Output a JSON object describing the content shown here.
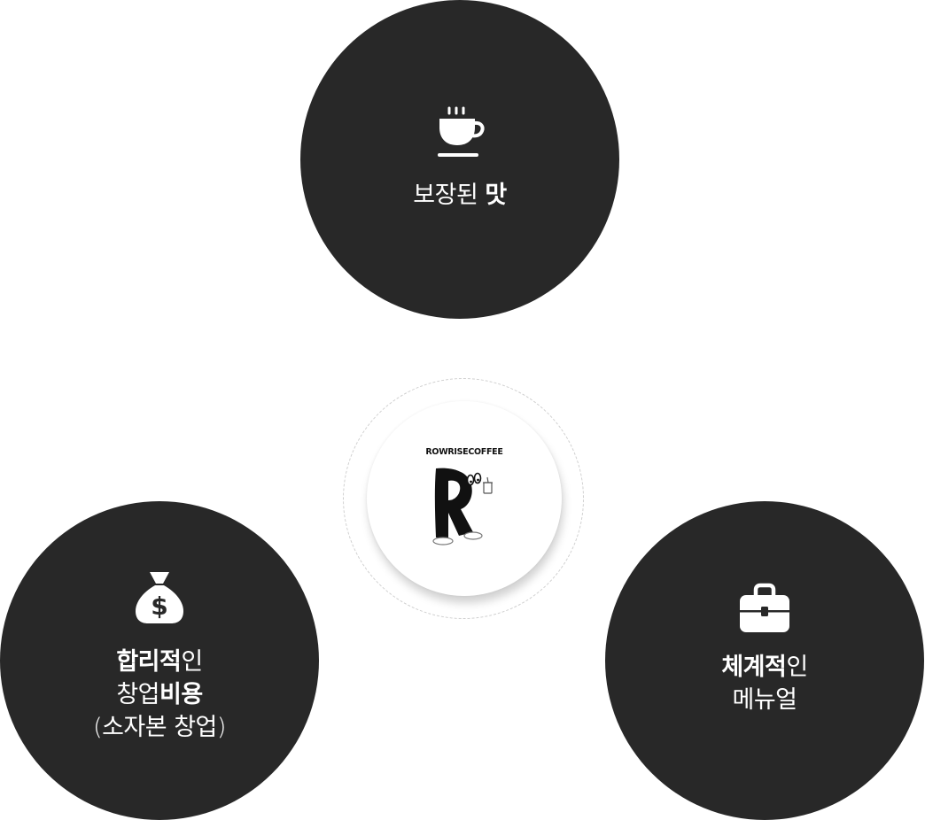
{
  "features": {
    "taste": {
      "icon": "coffee-cup-icon",
      "label_light": "보장된 ",
      "label_bold": "맛"
    },
    "cost": {
      "icon": "money-bag-icon",
      "line1_bold": "합리적",
      "line1_light": "인",
      "line2_light": "창업",
      "line2_bold": "비용",
      "line3_light": "(소자본 창업)"
    },
    "manual": {
      "icon": "briefcase-icon",
      "line1_bold": "체계적",
      "line1_light": "인",
      "line2_light": "메뉴얼"
    }
  },
  "logo": {
    "brand_text": "ROWRISECOFFEE",
    "icon": "r-mascot-logo"
  },
  "colors": {
    "circle": "#282828",
    "text_on_circle": "#ffffff",
    "background": "#ffffff",
    "dashed_ring": "#cfcfcf"
  }
}
